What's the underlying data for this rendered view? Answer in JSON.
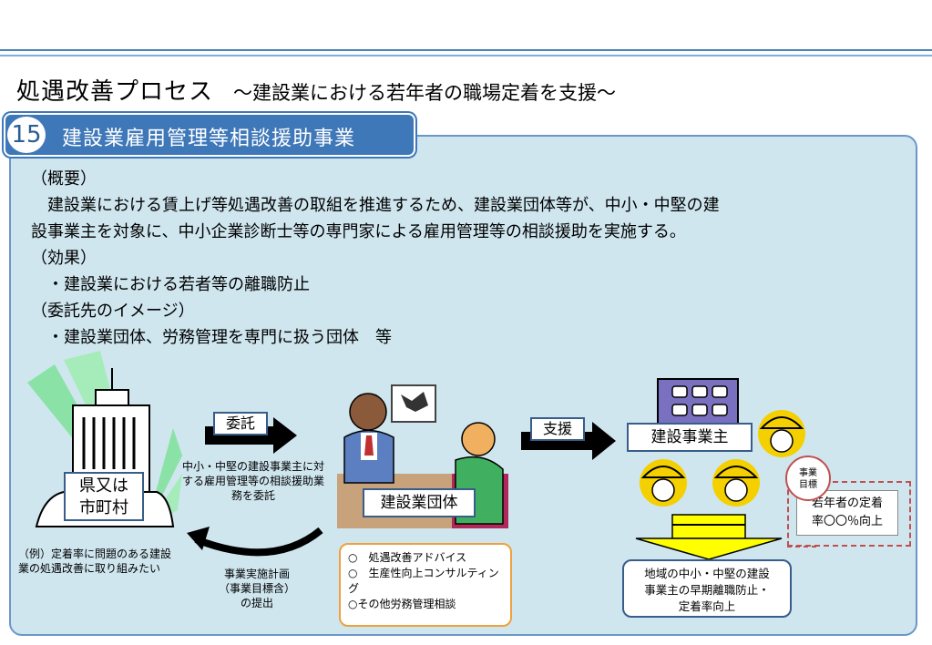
{
  "title": {
    "main": "処遇改善プロセス",
    "sub": "～建設業における若年者の職場定着を支援～"
  },
  "tab": {
    "number": "15",
    "label": "建設業雇用管理等相談援助事業"
  },
  "description": {
    "lines": [
      "（概要）",
      "　建設業における賃上げ等処遇改善の取組を推進するため、建設業団体等が、中小・中堅の建",
      "設事業主を対象に、中小企業診断士等の専門家による雇用管理等の相談援助を実施する。",
      "（効果）",
      "　・建設業における若者等の離職防止",
      "（委託先のイメージ）",
      "　・建設業団体、労務管理を専門に扱う団体　等"
    ]
  },
  "diagram": {
    "prefecture_label_line1": "県又は",
    "prefecture_label_line2": "市町村",
    "prefecture_note": "（例）定着率に問題のある建設業の処遇改善に取り組みたい",
    "commission_label": "委託",
    "commission_note": "中小・中堅の建設事業主に対する雇用管理等の相談援助業務を委託",
    "report_note_line1": "事業実施計画",
    "report_note_line2": "（事業目標含）",
    "report_note_line3": "の提出",
    "organization_label": "建設業団体",
    "services": [
      "○　処遇改善アドバイス",
      "○　生産性向上コンサルティング",
      "○その他労務管理相談"
    ],
    "support_label": "支援",
    "employer_label": "建設事業主",
    "goal_badge_line1": "事業",
    "goal_badge_line2": "目標",
    "goal_line1": "若年者の定着",
    "goal_line2": "率〇〇％向上",
    "result_line1": "地域の中小・中堅の建設",
    "result_line2": "事業主の早期離職防止・",
    "result_line3": "定着率向上"
  },
  "colors": {
    "panel": "#cfe6ef",
    "tab": "#3f78b8",
    "arrow_yellow": "#ffff00",
    "service_border": "#f0a03c"
  }
}
